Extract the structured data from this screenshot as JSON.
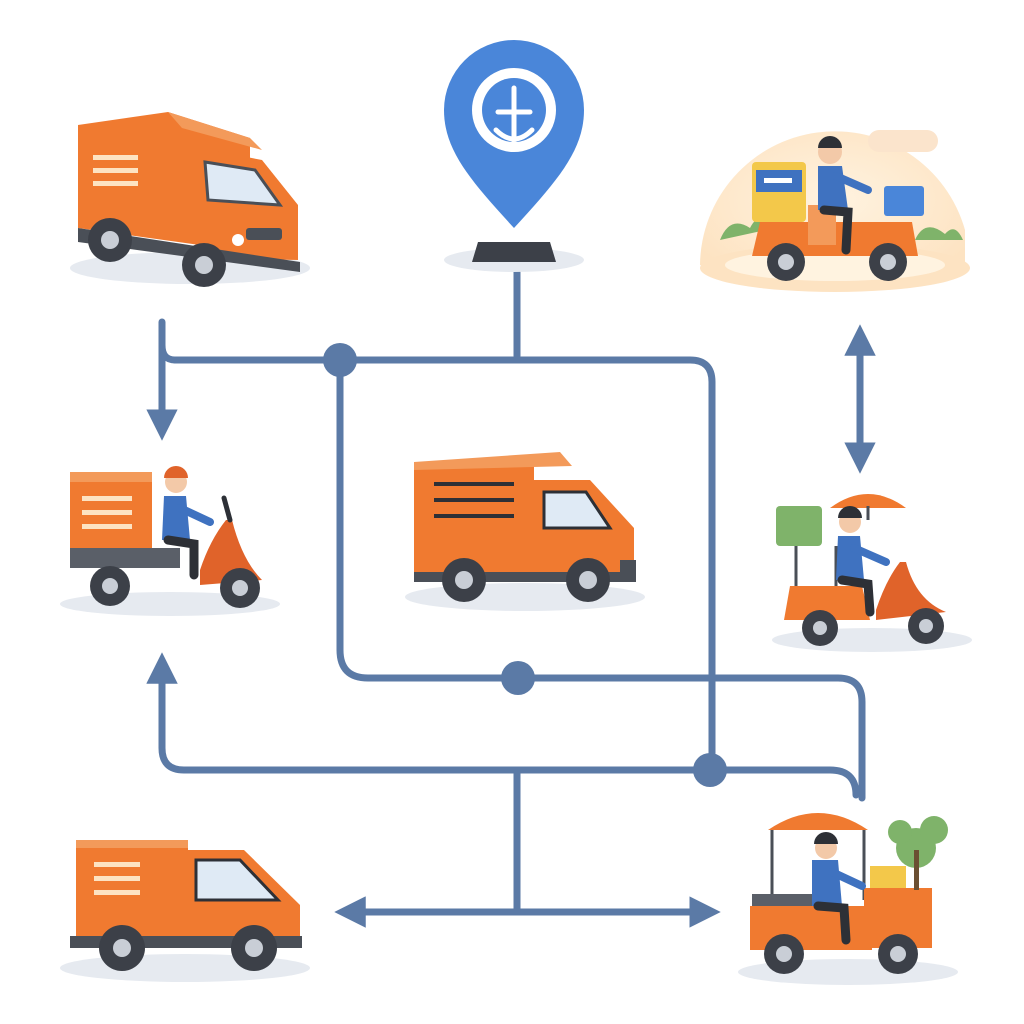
{
  "title": "",
  "colors": {
    "route": "#5b7aa6",
    "vehicle_body": "#f07a30",
    "vehicle_body_light": "#f39a5a",
    "vehicle_dark": "#4a4f57",
    "pin": "#4a86d9",
    "rider_shirt": "#3f72c0",
    "plant": "#7fb36a"
  },
  "nodes": [
    {
      "id": "hub-pin",
      "icon": "map-pin-icon"
    },
    {
      "id": "van-top-left",
      "icon": "delivery-van-icon"
    },
    {
      "id": "truck-center",
      "icon": "box-truck-icon"
    },
    {
      "id": "scooter-cargo-left",
      "icon": "cargo-scooter-icon"
    },
    {
      "id": "truck-bottom-left",
      "icon": "box-truck-icon"
    },
    {
      "id": "cart-rider-top-right",
      "icon": "cargo-cart-icon"
    },
    {
      "id": "umbrella-scooter-right",
      "icon": "umbrella-scooter-icon"
    },
    {
      "id": "umbrella-cart-bottom-right",
      "icon": "umbrella-cart-icon"
    }
  ]
}
